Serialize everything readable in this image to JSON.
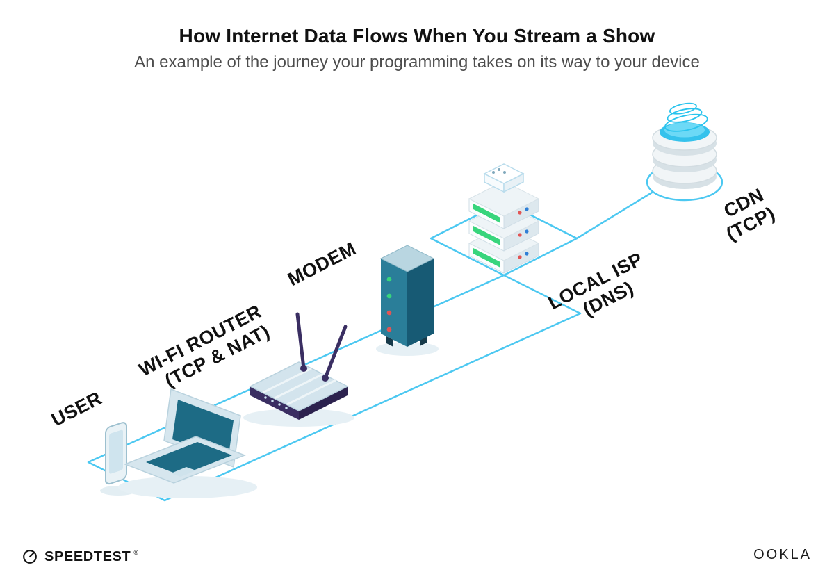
{
  "header": {
    "title": "How Internet Data Flows When You Stream a Show",
    "subtitle": "An example of the journey your programming takes on its way to your device"
  },
  "labels": {
    "user": "USER",
    "router_line1": "WI-FI ROUTER",
    "router_line2": "(TCP & NAT)",
    "modem": "MODEM",
    "isp_line1": "LOCAL ISP",
    "isp_line2": "(DNS)",
    "cdn_line1": "CDN",
    "cdn_line2": "(TCP)"
  },
  "footer": {
    "speedtest_label": "SPEEDTEST",
    "trademark": "®",
    "ookla_label": "OOKLA"
  },
  "colors": {
    "path_blue": "#4cc8f1",
    "device_teal": "#1d6b85",
    "green": "#38d57c",
    "red": "#e25555",
    "dot_blue": "#2f7fd6",
    "router_purple": "#3a2e62",
    "cdn_cyan": "#2ac4ee"
  }
}
